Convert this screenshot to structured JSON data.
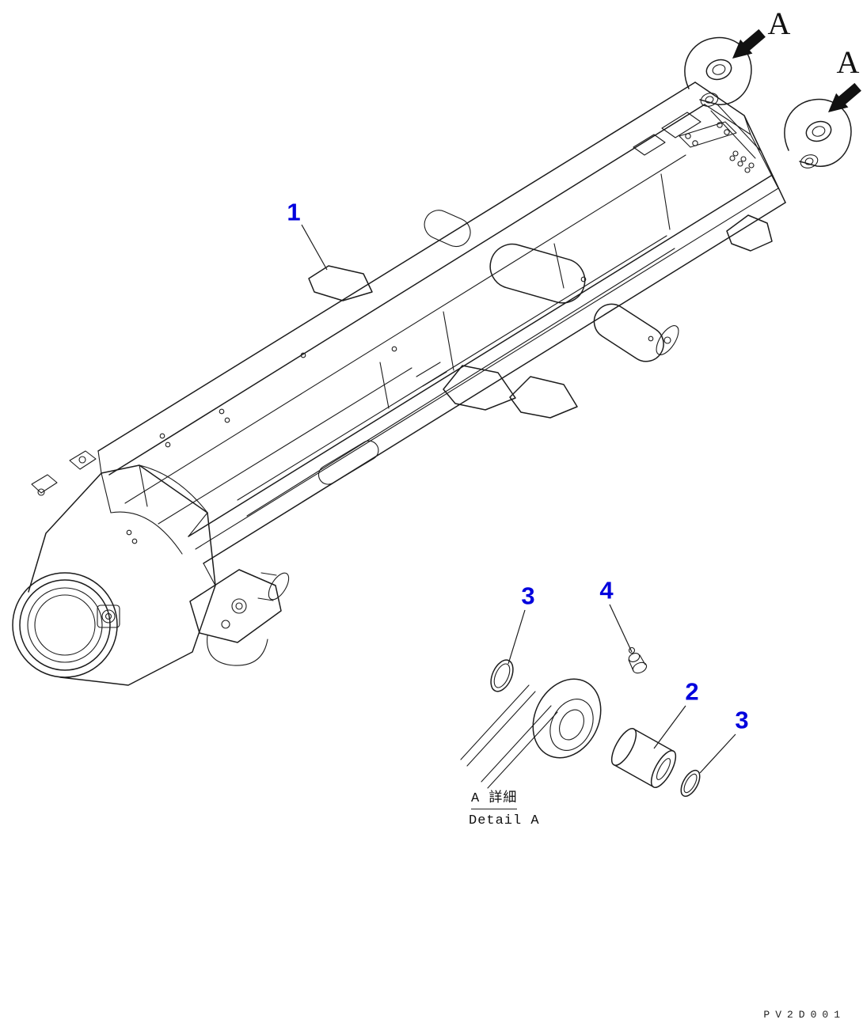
{
  "diagram": {
    "background": "#ffffff",
    "line_color": "#1c1c1c",
    "callout_color": "#0000dd",
    "view_labels": [
      "A",
      "A"
    ],
    "callouts": [
      "1",
      "3",
      "4",
      "2",
      "3"
    ],
    "detail_view": {
      "title_local": "A 詳細",
      "title_en": "Detail A"
    },
    "drawing_number": "PV2D001"
  }
}
